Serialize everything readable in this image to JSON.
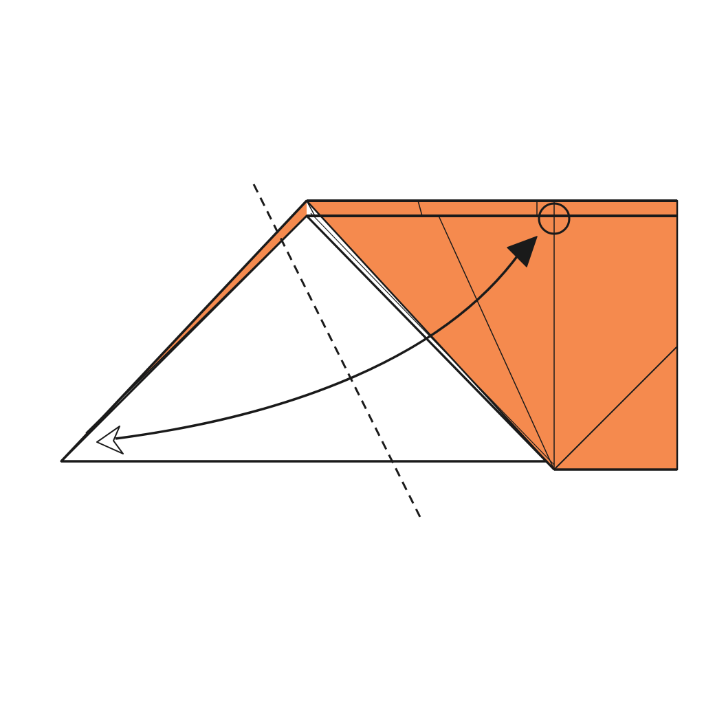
{
  "diagram": {
    "type": "origami-step",
    "colors": {
      "paper_front": "#F58A4E",
      "paper_back": "#FFFFFF",
      "line": "#1A1A1A"
    },
    "elements": {
      "fold_line": "valley-fold-dashed-line",
      "fold_arrow": "curved-fold-arrow",
      "target_marker": "reference-point-circle"
    }
  }
}
